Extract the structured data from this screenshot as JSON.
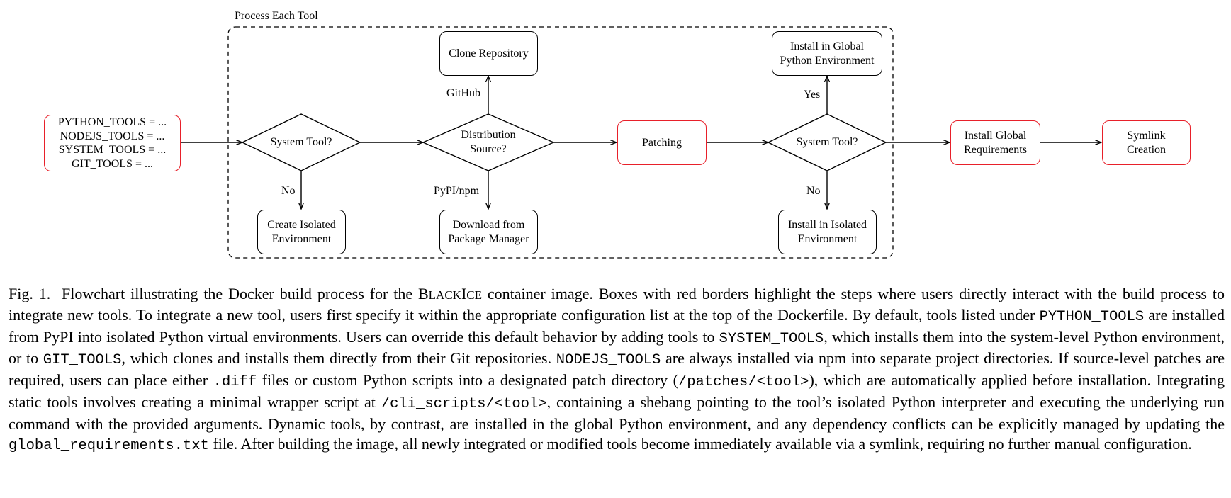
{
  "diagram": {
    "group_label": "Process Each Tool",
    "config_lines": [
      "PYTHON_TOOLS = ...",
      "NODEJS_TOOLS = ...",
      "SYSTEM_TOOLS = ...",
      "GIT_TOOLS = ..."
    ],
    "decision_system_tool_1": "System Tool?",
    "decision_distribution": [
      "Distribution",
      "Source?"
    ],
    "decision_system_tool_2": "System Tool?",
    "create_isolated_env": [
      "Create Isolated",
      "Environment"
    ],
    "clone_repository": "Clone Repository",
    "download_package": [
      "Download from",
      "Package Manager"
    ],
    "patching": "Patching",
    "install_global_python": [
      "Install in Global",
      "Python Environment"
    ],
    "install_isolated_env": [
      "Install in Isolated",
      "Environment"
    ],
    "install_global_requirements": [
      "Install Global",
      "Requirements"
    ],
    "symlink_creation": [
      "Symlink",
      "Creation"
    ],
    "edge_labels": {
      "no_1": "No",
      "github": "GitHub",
      "pypi_npm": "PyPI/npm",
      "yes": "Yes",
      "no_2": "No"
    },
    "colors": {
      "highlight": "#e8202a",
      "line": "#000000"
    }
  },
  "caption": {
    "fig_label": "Fig. 1.",
    "t1": "Flowchart illustrating the Docker build process for the ",
    "blackice_B": "B",
    "blackice_LACK": "LACK",
    "blackice_I": "I",
    "blackice_CE": "CE",
    "t2": " container image. Boxes with red borders highlight the steps where users directly interact with the build process to integrate new tools. To integrate a new tool, users first specify it within the appropriate configuration list at the top of the Dockerfile. By default, tools listed under ",
    "code_python_tools": "PYTHON_TOOLS",
    "t3": " are installed from PyPI into isolated Python virtual environments. Users can override this default behavior by adding tools to ",
    "code_system_tools": "SYSTEM_TOOLS",
    "t4": ", which installs them into the system-level Python environment, or to ",
    "code_git_tools": "GIT_TOOLS",
    "t5": ", which clones and installs them directly from their Git repositories. ",
    "code_nodejs_tools": "NODEJS_TOOLS",
    "t6": " are always installed via npm into separate project directories. If source-level patches are required, users can place either ",
    "code_diff": ".diff",
    "t7": " files or custom Python scripts into a designated patch directory (",
    "code_patches": "/patches/<tool>",
    "t8": "), which are automatically applied before installation. Integrating static tools involves creating a minimal wrapper script at ",
    "code_cli_scripts": "/cli_scripts/<tool>",
    "t9": ", containing a shebang pointing to the tool’s isolated Python interpreter and executing the underlying run command with the provided arguments. Dynamic tools, by contrast, are installed in the global Python environment, and any dependency conflicts can be explicitly managed by updating the ",
    "code_global_req": "global_requirements.txt",
    "t10": " file. After building the image, all newly integrated or modified tools become immediately available via a symlink, requiring no further manual configuration."
  }
}
